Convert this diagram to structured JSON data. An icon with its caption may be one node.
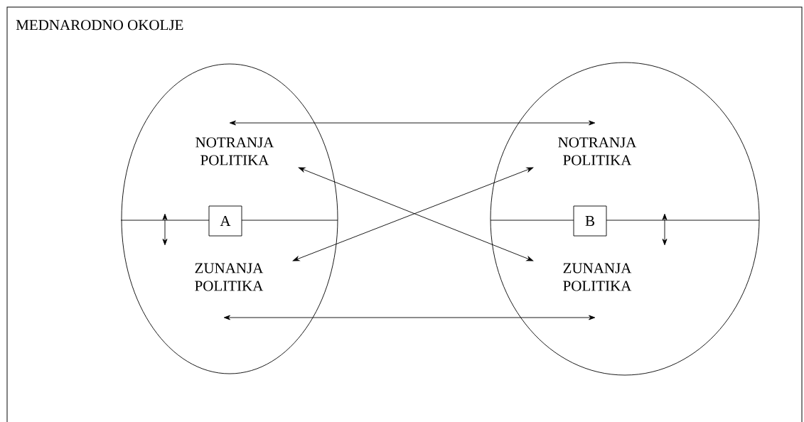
{
  "diagram": {
    "nodes": [
      {
        "text": [
          "MEDNARODNO OKOLJE"
        ]
      },
      {
        "text": [],
        "shape": "circle",
        "in": 0
      },
      {
        "text": [
          "NOTRANJA POLITIKA"
        ],
        "in": 1
      },
      {
        "text": [
          "A"
        ],
        "in": 1
      },
      {
        "text": [
          "ZUNANJA POLITIKA"
        ],
        "in": 1
      },
      {
        "text": [],
        "shape": "circle",
        "in": 0
      },
      {
        "text": [
          "NOTRANJA POLITIKA"
        ],
        "in": 5
      },
      {
        "text": [
          "B"
        ],
        "in": 5
      },
      {
        "text": [
          "ZUNANJA POLITIKA"
        ],
        "in": 5
      }
    ],
    "edges": [
      {
        "from": 2,
        "to": 6,
        "arrow": "both"
      },
      {
        "from": 2,
        "to": 8,
        "arrow": "both"
      },
      {
        "from": 4,
        "to": 6,
        "arrow": "both"
      },
      {
        "from": 4,
        "to": 8,
        "arrow": "both"
      }
    ]
  }
}
